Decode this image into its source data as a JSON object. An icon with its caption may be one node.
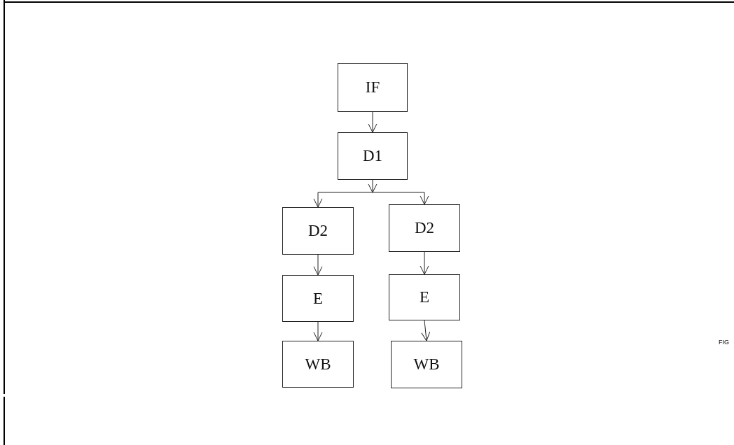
{
  "diagram": {
    "nodes": [
      {
        "text": [
          "IF"
        ]
      },
      {
        "text": [
          "D1"
        ]
      },
      {
        "text": [
          "D2"
        ]
      },
      {
        "text": [
          "D2"
        ]
      },
      {
        "text": [
          "E"
        ]
      },
      {
        "text": [
          "E"
        ]
      },
      {
        "text": [
          "WB"
        ]
      },
      {
        "text": [
          "WB"
        ]
      }
    ],
    "edges": [
      {
        "from": 0,
        "to": 1,
        "arrow": "to"
      },
      {
        "from": 1,
        "to": 2,
        "arrow": "to"
      },
      {
        "from": 1,
        "to": 3,
        "arrow": "to"
      },
      {
        "from": 2,
        "to": 4,
        "arrow": "to"
      },
      {
        "from": 3,
        "to": 5,
        "arrow": "to"
      },
      {
        "from": 4,
        "to": 6,
        "arrow": "to"
      },
      {
        "from": 5,
        "to": 7,
        "arrow": "to"
      }
    ],
    "labels": [
      "FIG"
    ]
  }
}
